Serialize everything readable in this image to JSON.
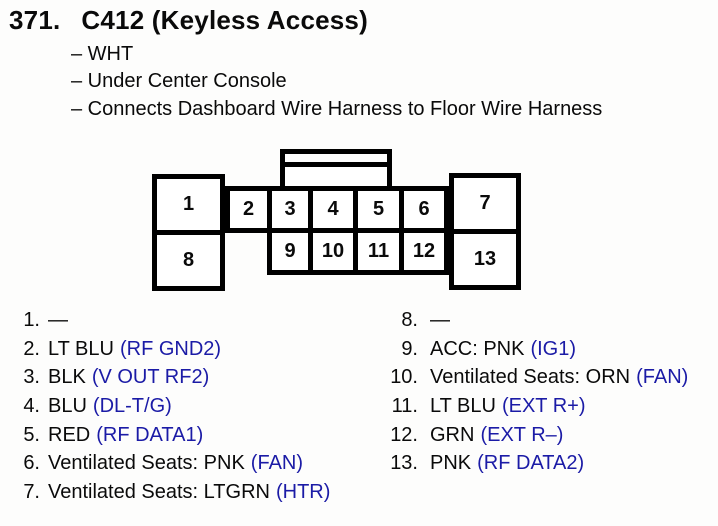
{
  "header": {
    "number": "371.",
    "title": "C412 (Keyless Access)",
    "details": [
      "– WHT",
      "– Under Center Console",
      "– Connects Dashboard Wire Harness to Floor Wire Harness"
    ]
  },
  "connector": {
    "cells": [
      "1",
      "2",
      "3",
      "4",
      "5",
      "6",
      "7",
      "8",
      "9",
      "10",
      "11",
      "12",
      "13"
    ]
  },
  "pins": {
    "left": [
      {
        "num": "1.",
        "label": "—",
        "signal": ""
      },
      {
        "num": "2.",
        "label": "LT BLU",
        "signal": "(RF GND2)"
      },
      {
        "num": "3.",
        "label": "BLK",
        "signal": "(V OUT RF2)"
      },
      {
        "num": "4.",
        "label": "BLU",
        "signal": "(DL-T/G)"
      },
      {
        "num": "5.",
        "label": "RED",
        "signal": "(RF DATA1)"
      },
      {
        "num": "6.",
        "label": "Ventilated Seats: PNK",
        "signal": "(FAN)"
      },
      {
        "num": "7.",
        "label": "Ventilated Seats: LTGRN",
        "signal": "(HTR)"
      }
    ],
    "right": [
      {
        "num": "8.",
        "label": "—",
        "signal": ""
      },
      {
        "num": "9.",
        "label": "ACC: PNK",
        "signal": "(IG1)"
      },
      {
        "num": "10.",
        "label": "Ventilated Seats: ORN",
        "signal": "(FAN)"
      },
      {
        "num": "11.",
        "label": "LT BLU",
        "signal": "(EXT R+)"
      },
      {
        "num": "12.",
        "label": "GRN",
        "signal": "(EXT R–)"
      },
      {
        "num": "13.",
        "label": "PNK",
        "signal": "(RF DATA2)"
      }
    ]
  },
  "colors": {
    "signal_blue": "#1b1ba6",
    "text": "#0a0a0a",
    "border": "#000000",
    "background": "#fdfdfc"
  }
}
